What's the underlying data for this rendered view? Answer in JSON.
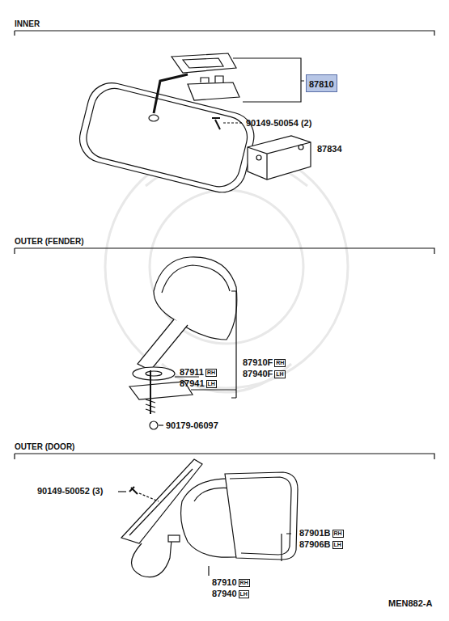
{
  "diagram": {
    "nodes": [
      {
        "text": [
          "87810"
        ]
      }
    ],
    "labels": [
      "INNER",
      "90149-50054 (2)",
      "87834",
      "OUTER (FENDER)",
      "87911",
      "RH",
      "87941",
      "LH",
      "87910F",
      "RH",
      "87940F",
      "LH",
      "90179-06097",
      "OUTER (DOOR)",
      "90149-50052 (3)",
      "87901B",
      "RH",
      "87906B",
      "LH",
      "87910",
      "RH",
      "87940",
      "LH",
      "MEN882-A"
    ]
  }
}
